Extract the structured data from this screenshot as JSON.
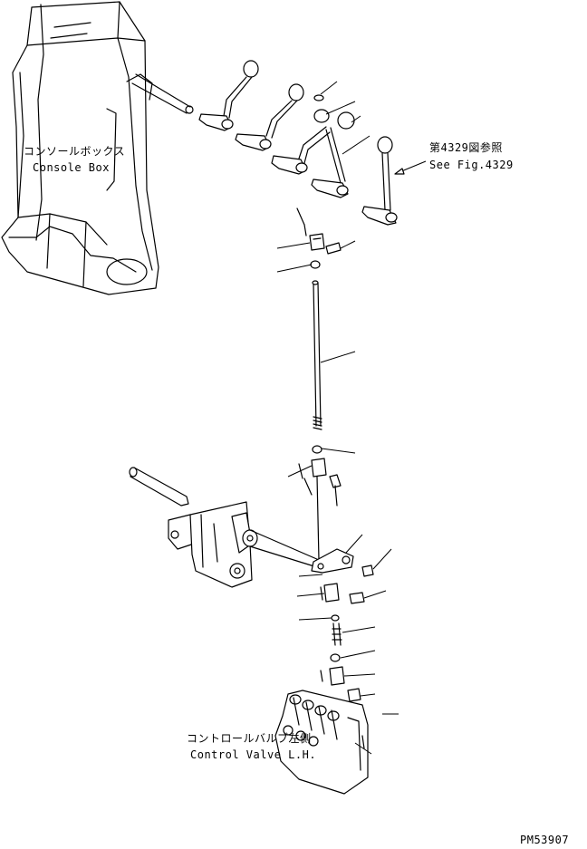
{
  "labels": {
    "console_box_jp": "コンソールボックス",
    "console_box_en": "Console Box",
    "see_fig_jp": "第4329図参照",
    "see_fig_en": "See Fig.4329",
    "control_valve_jp": "コントロールバルブ左側",
    "control_valve_en": "Control Valve L.H.",
    "drawing_number": "PM53907"
  }
}
